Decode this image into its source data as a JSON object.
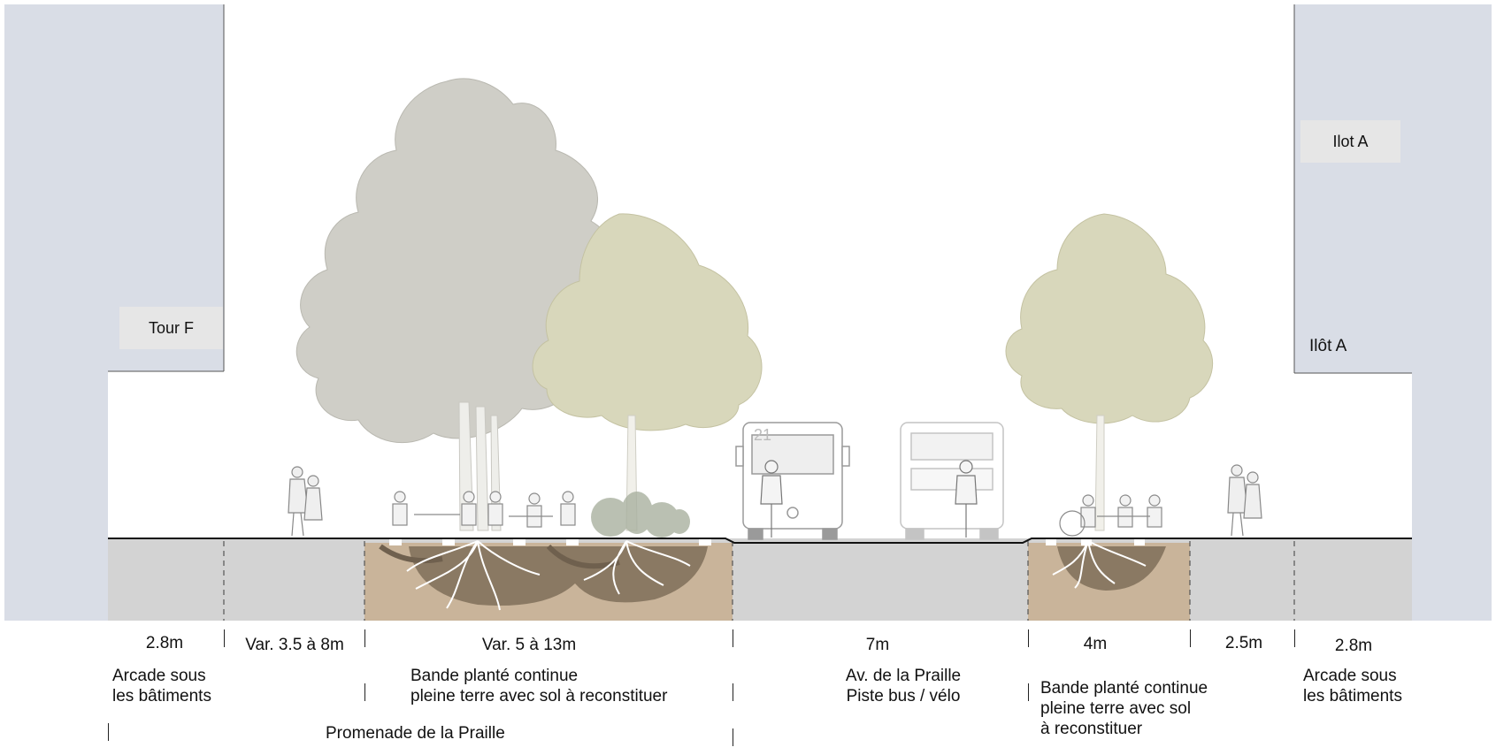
{
  "buildings": {
    "left_tag": "Tour F",
    "right_tag": "Ilot A",
    "right_label": "Ilôt A"
  },
  "bus": {
    "route_number": "21"
  },
  "dimensions": [
    {
      "width": "2.8m",
      "description": [
        "Arcade sous",
        "les bâtiments"
      ]
    },
    {
      "width": "Var. 3.5 à 8m",
      "description": []
    },
    {
      "width": "Var. 5 à 13m",
      "description": [
        "Bande planté continue",
        "pleine terre avec sol à reconstituer"
      ]
    },
    {
      "width": "7m",
      "description": [
        "Av. de la Praille",
        "Piste bus / vélo"
      ]
    },
    {
      "width": "4m",
      "description": [
        "Bande planté continue",
        "pleine terre avec sol",
        "à reconstituer"
      ]
    },
    {
      "width": "2.5m",
      "description": []
    },
    {
      "width": "2.8m",
      "description": [
        "Arcade sous",
        "les bâtiments"
      ]
    }
  ],
  "promenade_label": "Promenade de la Praille",
  "colors": {
    "building": "#d9dde6",
    "ground": "#d3d3d3",
    "soil": "#c9b49a",
    "soil_dark": "#8a7963",
    "tree_grey": "#cfcec7",
    "tree_green": "#d8d7bb"
  }
}
